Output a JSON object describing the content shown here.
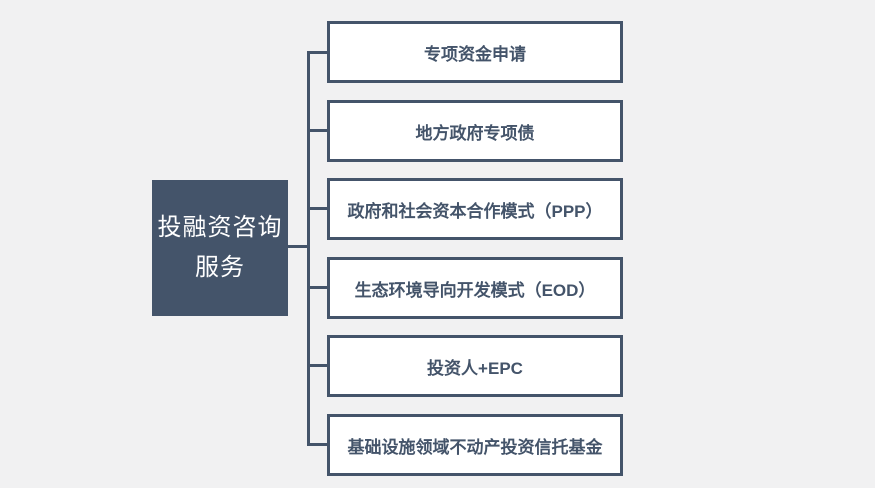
{
  "diagram": {
    "type": "hierarchy-smartart",
    "colors": {
      "accent": "#44546a",
      "background": "#f1f1f2",
      "branch_fill": "#ffffff",
      "branch_text": "#44546a",
      "root_fill": "#44546a",
      "root_text": "#ffffff"
    },
    "root": {
      "label": "投融资咨询服务",
      "label_lines": [
        "投融资咨询",
        "服务"
      ]
    },
    "branches": [
      "专项资金申请",
      "地方政府专项债",
      "政府和社会资本合作模式（PPP）",
      "生态环境导向开发模式（EOD）",
      "投资人+EPC",
      "基础设施领域不动产投资信托基金"
    ]
  }
}
